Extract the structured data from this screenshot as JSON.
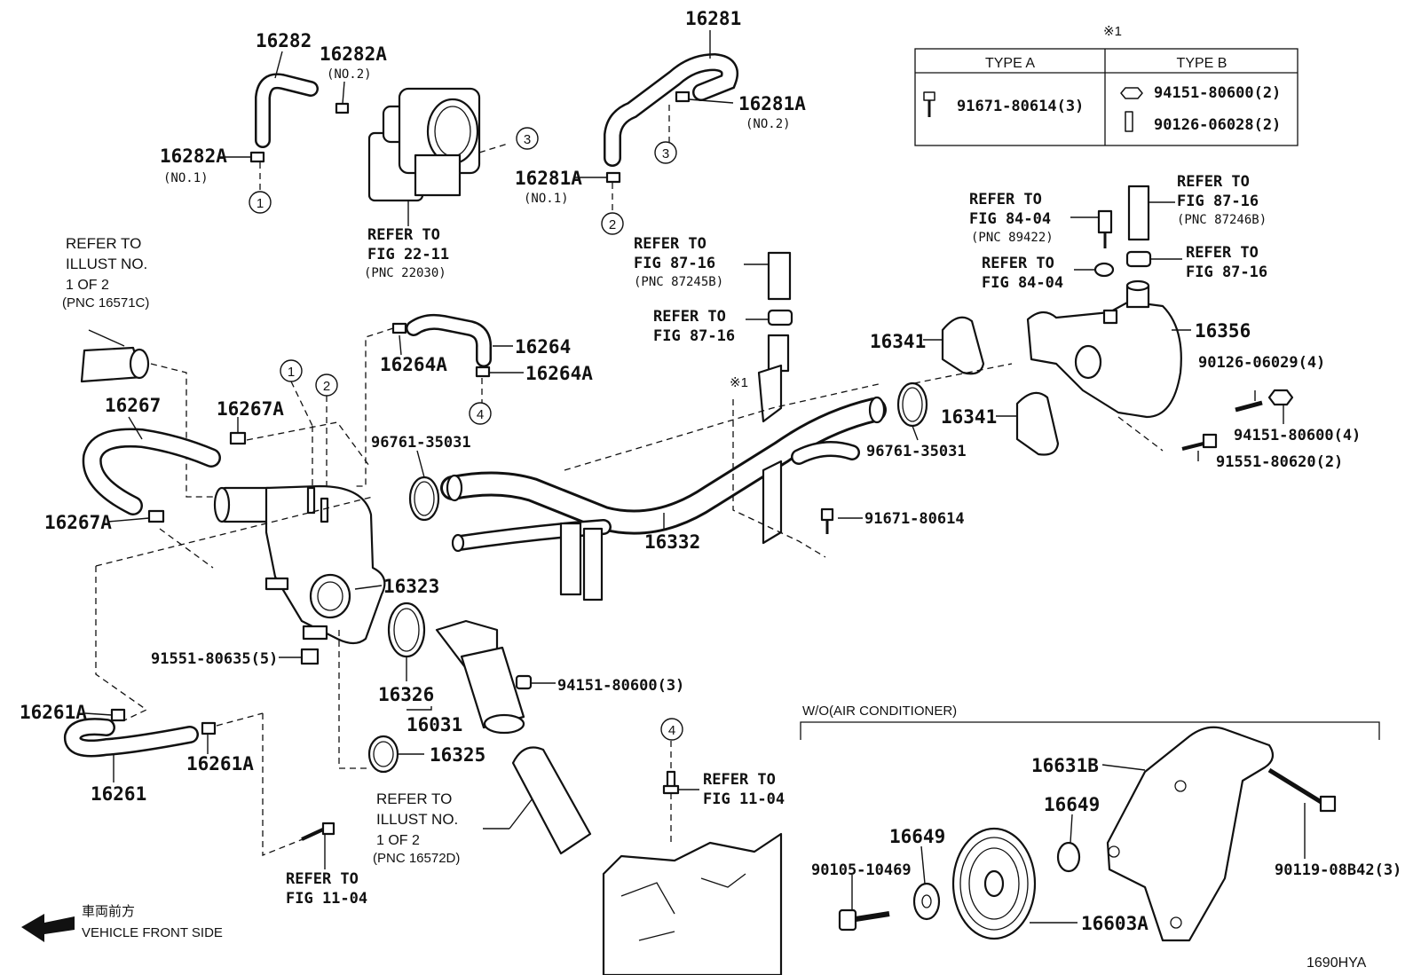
{
  "diagram_code": "1690HYA",
  "direction": {
    "jp": "車両前方",
    "en": "VEHICLE FRONT SIDE"
  },
  "table": {
    "note_mark": "※1",
    "type_a": {
      "header": "TYPE A",
      "rows": [
        "91671-80614(3)"
      ]
    },
    "type_b": {
      "header": "TYPE B",
      "rows": [
        "94151-80600(2)",
        "90126-06028(2)"
      ]
    }
  },
  "section_wo_ac": "W/O(AIR CONDITIONER)",
  "callout_numbers": [
    "1",
    "2",
    "3",
    "4"
  ],
  "refs": {
    "fig22_11": [
      "REFER TO",
      "FIG 22-11",
      "(PNC 22030)"
    ],
    "illust1": [
      "REFER TO",
      "ILLUST NO.",
      "1 OF 2",
      "(PNC 16571C)"
    ],
    "fig87_16_b": [
      "REFER TO",
      "FIG 87-16",
      "(PNC 87245B)"
    ],
    "fig87_16_c": [
      "REFER TO",
      "FIG 87-16"
    ],
    "fig84_04_a": [
      "REFER TO",
      "FIG 84-04",
      "(PNC 89422)"
    ],
    "fig84_04_b": [
      "REFER TO",
      "FIG 84-04"
    ],
    "fig87_16_d": [
      "REFER TO",
      "FIG 87-16",
      "(PNC 87246B)"
    ],
    "fig87_16_e": [
      "REFER TO",
      "FIG 87-16"
    ],
    "illust2": [
      "REFER TO",
      "ILLUST NO.",
      "1 OF 2",
      "(PNC 16572D)"
    ],
    "fig11_04_a": [
      "REFER TO",
      "FIG 11-04"
    ],
    "fig11_04_b": [
      "REFER TO",
      "FIG 11-04"
    ]
  },
  "parts": {
    "p16282": "16282",
    "p16282A_top": "16282A",
    "no2_a": "(NO.2)",
    "p16282A_left": "16282A",
    "no1_a": "(NO.1)",
    "p16281": "16281",
    "p16281A_right": "16281A",
    "no2_b": "(NO.2)",
    "p16281A_left": "16281A",
    "no1_b": "(NO.1)",
    "p16264": "16264",
    "p16264A_a": "16264A",
    "p16264A_b": "16264A",
    "p16267": "16267",
    "p16267A_a": "16267A",
    "p16267A_b": "16267A",
    "p96761_a": "96761-35031",
    "p96761_b": "96761-35031",
    "p16341_a": "16341",
    "p16341_b": "16341",
    "p16356": "16356",
    "p90126_06029": "90126-06029(4)",
    "p94151_4": "94151-80600(4)",
    "p91551_2": "91551-80620(2)",
    "p16332": "16332",
    "p91671": "91671-80614",
    "p16323": "16323",
    "p91551_5": "91551-80635(5)",
    "p16326": "16326",
    "p16031": "16031",
    "p94151_3": "94151-80600(3)",
    "p16325": "16325",
    "p16261A_a": "16261A",
    "p16261A_b": "16261A",
    "p16261": "16261",
    "p16631B": "16631B",
    "p16649_a": "16649",
    "p16649_b": "16649",
    "p90105": "90105-10469",
    "p16603A": "16603A",
    "p90119": "90119-08B42(3)"
  }
}
